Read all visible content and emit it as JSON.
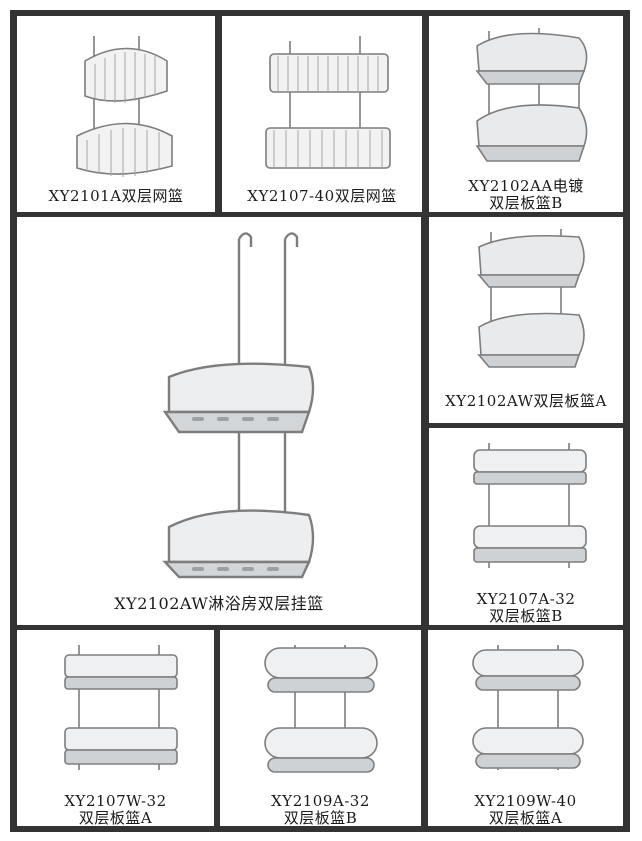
{
  "products": [
    {
      "caption": "XY2101A双层网篮",
      "lines": [
        "XY2101A双层网篮"
      ],
      "icon": "corner-wire-basket-icon"
    },
    {
      "caption": "XY2107-40双层网篮",
      "lines": [
        "XY2107-40双层网篮"
      ],
      "icon": "rect-wire-basket-icon"
    },
    {
      "caption": "XY2102AA电镀双层板篮B",
      "lines": [
        "XY2102AA电镀",
        "双层板篮B"
      ],
      "icon": "corner-plate-basket-icon"
    },
    {
      "caption": "XY2102AW淋浴房双层挂篮",
      "lines": [
        "XY2102AW淋浴房双层挂篮"
      ],
      "icon": "corner-hanging-basket-icon"
    },
    {
      "caption": "XY2102AW双层板篮A",
      "lines": [
        "XY2102AW双层板篮A"
      ],
      "icon": "corner-plate-basket-icon"
    },
    {
      "caption": "XY2107A-32双层板篮B",
      "lines": [
        "XY2107A-32",
        "双层板篮B"
      ],
      "icon": "rect-plate-basket-icon"
    },
    {
      "caption": "XY2107W-32双层板篮A",
      "lines": [
        "XY2107W-32",
        "双层板篮A"
      ],
      "icon": "rect-plate-basket-icon"
    },
    {
      "caption": "XY2109A-32双层板篮B",
      "lines": [
        "XY2109A-32",
        "双层板篮B"
      ],
      "icon": "oval-plate-basket-icon"
    },
    {
      "caption": "XY2109W-40双层板篮A",
      "lines": [
        "XY2109W-40",
        "双层板篮A"
      ],
      "icon": "oval-plate-basket-icon"
    }
  ],
  "colors": {
    "frame": "#333333",
    "panel": "#ffffff",
    "steel": "#8a8a8a",
    "plate": "#d6d8da"
  }
}
